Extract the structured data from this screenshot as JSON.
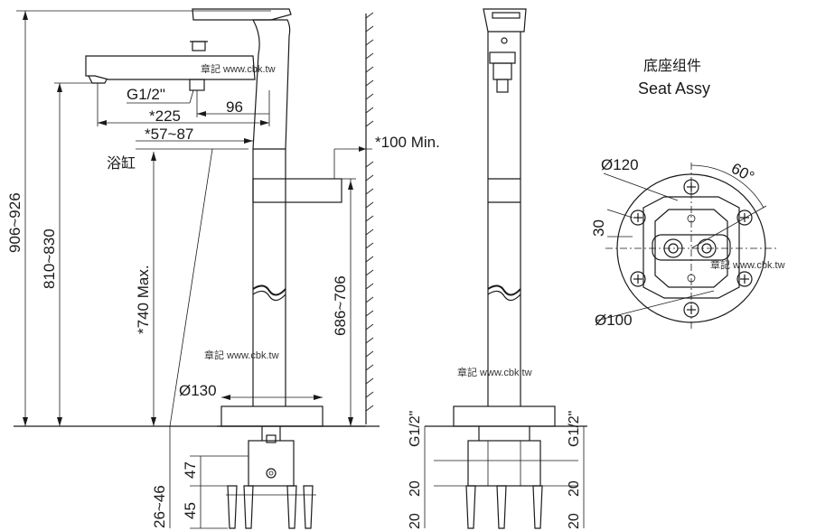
{
  "front_view": {
    "dim_g12": "G1/2\"",
    "dim_96": "96",
    "dim_225": "*225",
    "dim_57_87": "*57~87",
    "bathtub_label": "浴缸",
    "dim_906_926": "906~926",
    "dim_810_830": "810~830",
    "dim_740": "*740 Max.",
    "dim_686_706": "686~706",
    "dim_100_min": "*100 Min.",
    "dim_d130": "Ø130",
    "dim_26_46": "26~46",
    "dim_47": "47",
    "dim_45": "45"
  },
  "side_view": {
    "dim_g12_left": "G1/2\"",
    "dim_g12_right": "G1/2\"",
    "dim_20_left_top": "20",
    "dim_20_left_bottom": "20",
    "dim_20_right_top": "20",
    "dim_20_right_bottom": "20"
  },
  "seat_assy": {
    "title_cn": "底座组件",
    "title_en": "Seat Assy",
    "dim_d120": "Ø120",
    "dim_60deg": "60°",
    "dim_30": "30",
    "dim_d100": "Ø100"
  },
  "watermarks": [
    "章記 www.cbk.tw",
    "章記 www.cbk.tw",
    "章記 www.cbk.tw",
    "章記 www.cbk.tw"
  ]
}
